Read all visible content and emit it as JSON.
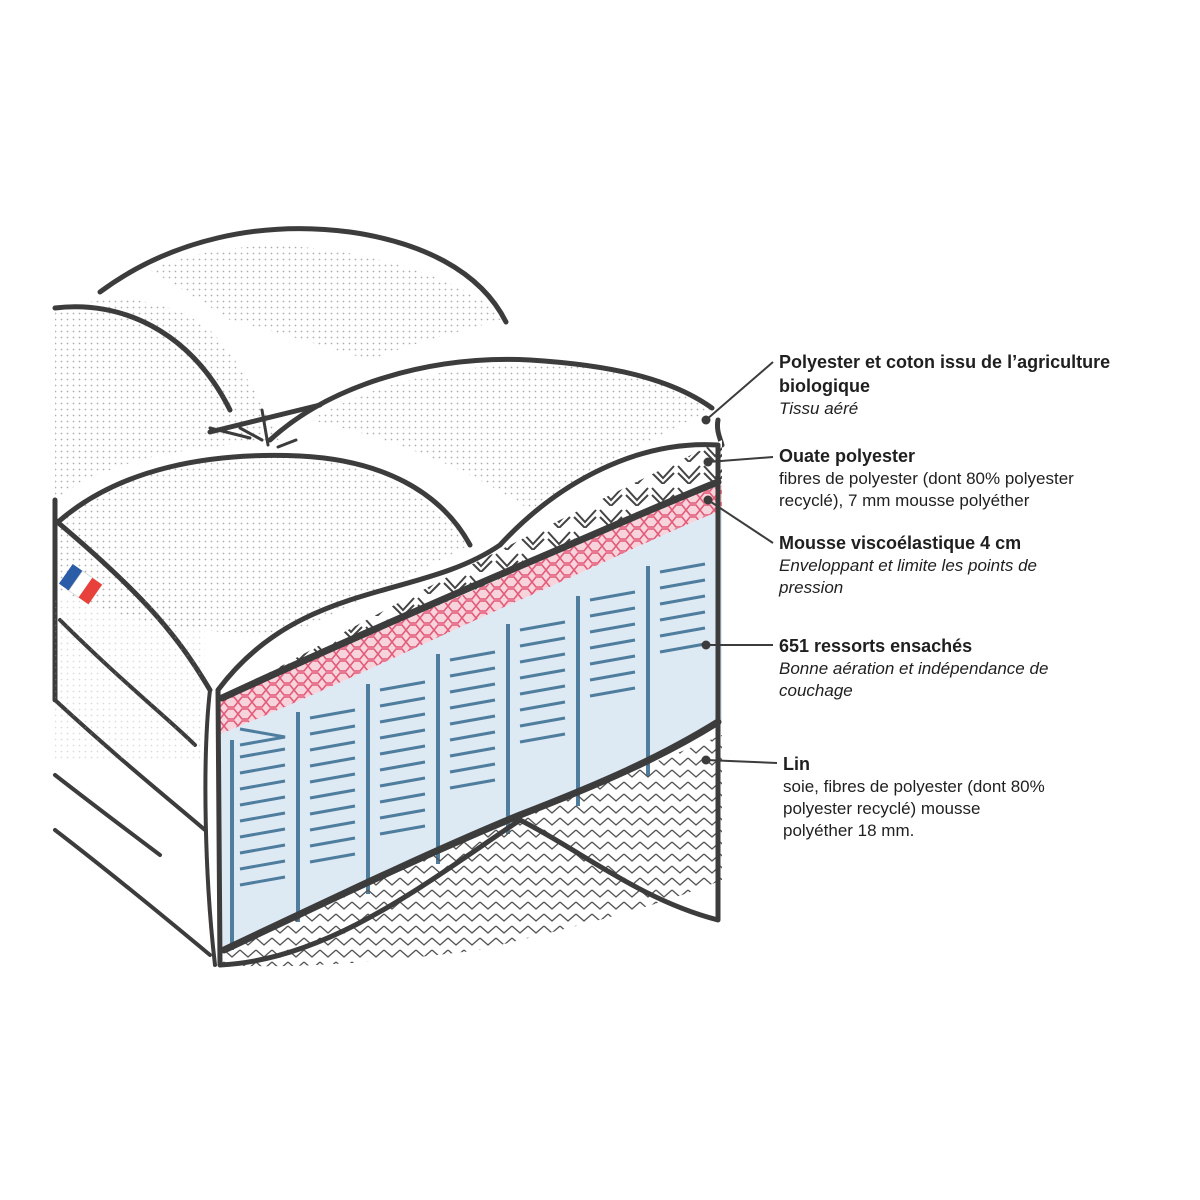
{
  "labels": [
    {
      "title": "Polyester et coton issu de l’agriculture biologique",
      "desc": "Tissu aéré",
      "desc_style": "italic"
    },
    {
      "title": "Ouate polyester",
      "desc": "fibres de polyester (dont 80% polyester recyclé), 7 mm mousse polyéther",
      "desc_style": "normal"
    },
    {
      "title": "Mousse viscoélastique 4 cm",
      "desc": "Enveloppant et limite les points de pression",
      "desc_style": "italic"
    },
    {
      "title": "651 ressorts ensachés",
      "desc": "Bonne aération et indépendance de couchage",
      "desc_style": "italic"
    },
    {
      "title": "Lin",
      "desc": "soie, fibres de polyester (dont 80% polyester recyclé) mousse polyéther 18 mm.",
      "desc_style": "normal"
    }
  ],
  "colors": {
    "outline": "#3c3c3c",
    "spring": "#4e7d9e",
    "spring_bg": "#dde9f3",
    "visco": "#e35a78",
    "visco_bg": "#f7d3dc",
    "flag_blue": "#2b5ca8",
    "flag_red": "#e8413c"
  }
}
